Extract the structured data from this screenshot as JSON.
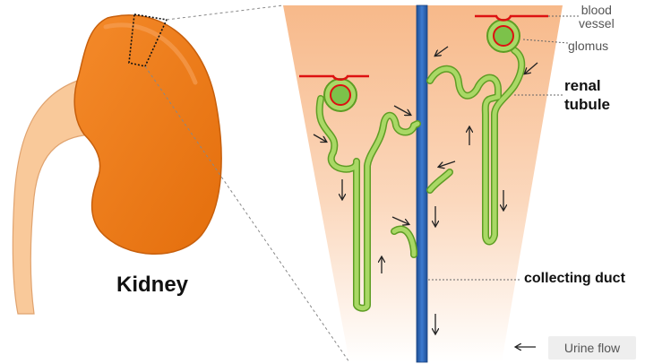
{
  "labels": {
    "kidney": "Kidney",
    "blood_vessel_line1": "blood",
    "blood_vessel_line2": "vessel",
    "glomus": "glomus",
    "renal_line1": "renal",
    "renal_line2": "tubule",
    "collecting_duct": "collecting duct",
    "urine_flow": "Urine flow"
  },
  "colors": {
    "kidney": "#ee7711",
    "ureter": "#f9c99a",
    "tubule": "#8fc443",
    "blood_vessel": "#dd1111",
    "collecting_duct": "#2e66b2",
    "background_gradient_top": "#f7b98a"
  }
}
